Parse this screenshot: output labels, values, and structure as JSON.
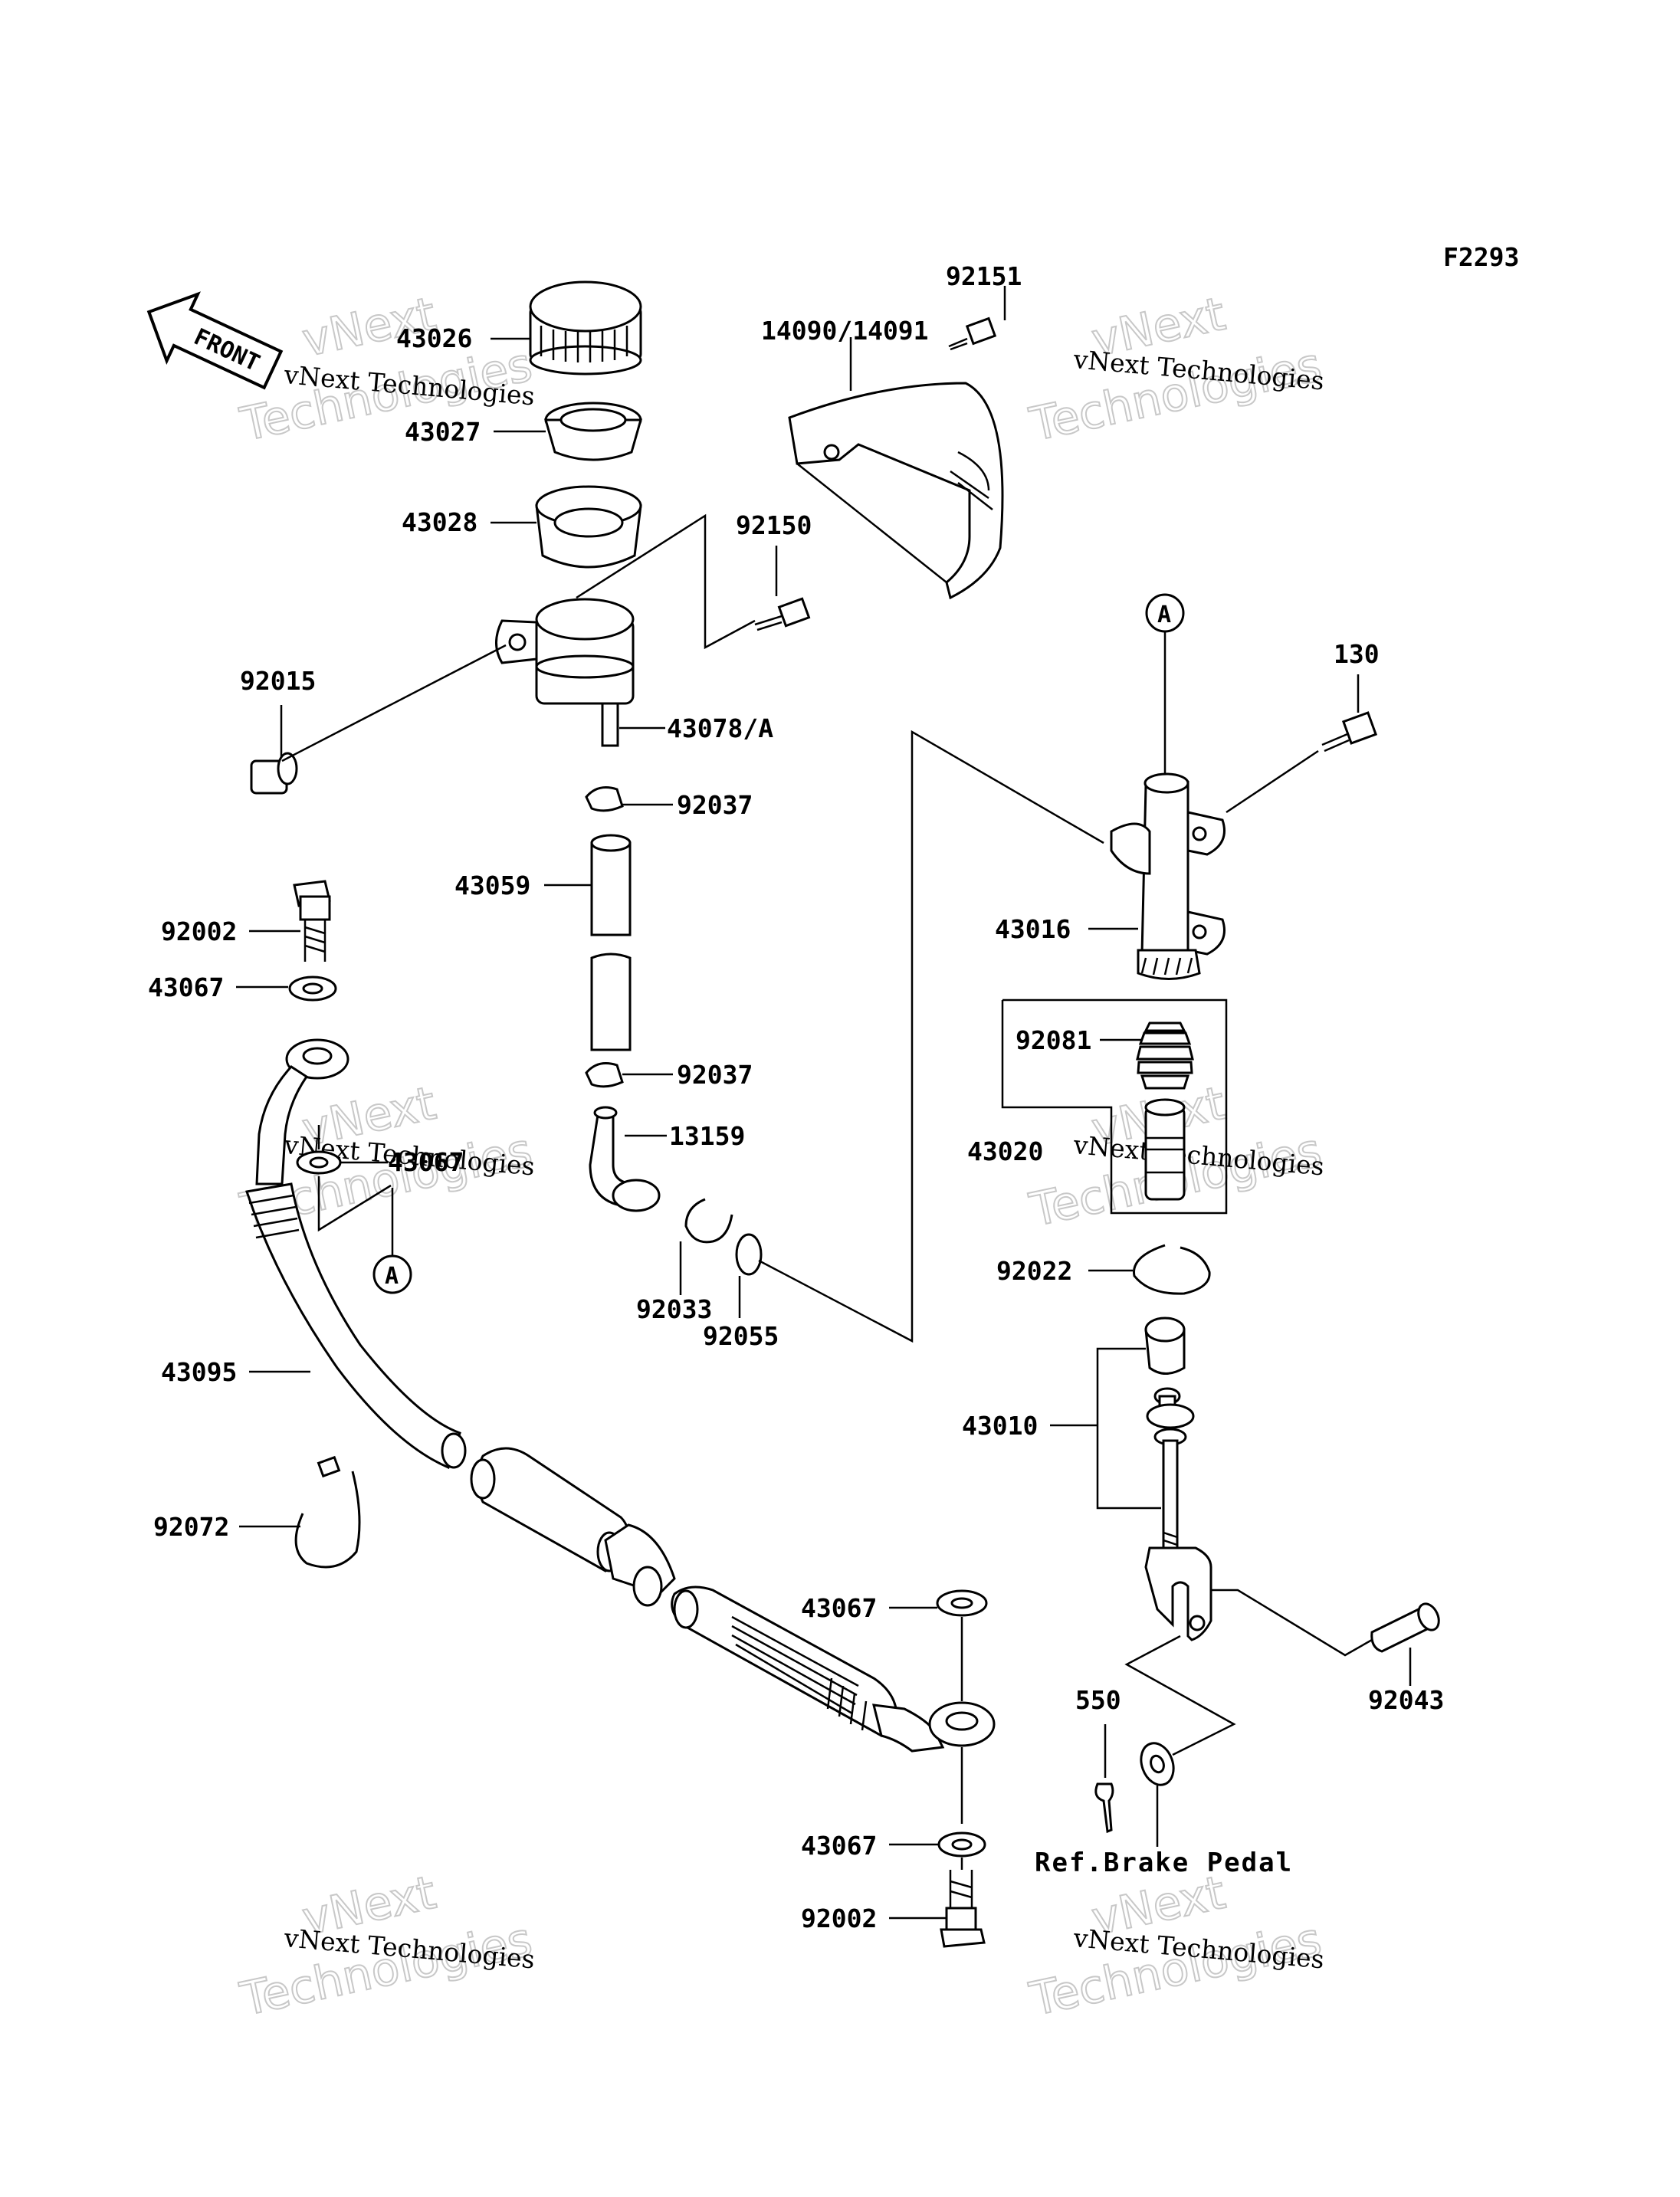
{
  "figure_code": "F2293",
  "front_label": "FRONT",
  "watermark": {
    "line1": "vNext",
    "line2": "Technologies",
    "small": "vNext Technologies"
  },
  "labels": {
    "p43026": "43026",
    "p43027": "43027",
    "p43028": "43028",
    "p92015": "92015",
    "p92151": "92151",
    "p14090": "14090/14091",
    "p92150": "92150",
    "p43078": "43078/A",
    "p92037a": "92037",
    "p43059": "43059",
    "p92037b": "92037",
    "p13159": "13159",
    "p92033": "92033",
    "p92055": "92055",
    "p92002a": "92002",
    "p43067a": "43067",
    "p43067b": "43067",
    "p43095": "43095",
    "p92072": "92072",
    "p43067c": "43067",
    "p43067d": "43067",
    "p92002b": "92002",
    "p130": "130",
    "p43016": "43016",
    "p92081": "92081",
    "p43020": "43020",
    "p92022": "92022",
    "p43010": "43010",
    "p92043": "92043",
    "p550": "550",
    "ref_pedal": "Ref.Brake Pedal",
    "mark_a_top": "A",
    "mark_a_left": "A"
  }
}
